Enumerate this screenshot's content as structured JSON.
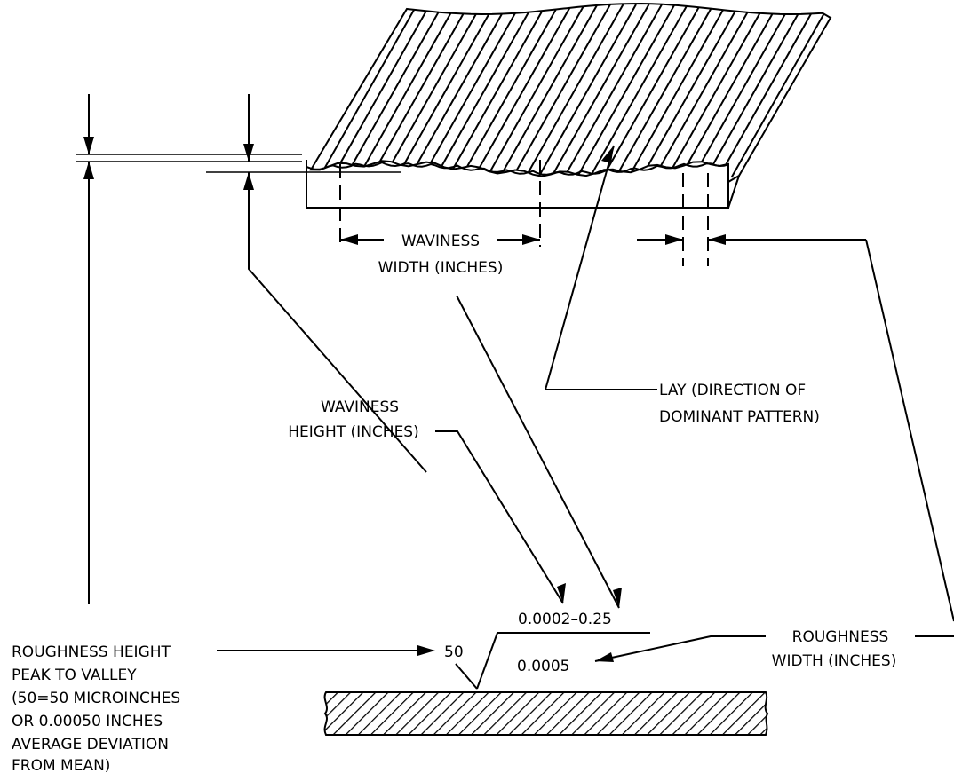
{
  "labels": {
    "waviness_width": [
      "WAVINESS",
      "WIDTH (INCHES)"
    ],
    "lay": [
      "LAY (DIRECTION OF",
      "DOMINANT PATTERN)"
    ],
    "waviness_height": [
      "WAVINESS",
      "HEIGHT (INCHES)"
    ],
    "roughness_height": [
      "ROUGHNESS HEIGHT",
      "PEAK TO VALLEY",
      "(50=50 MICROINCHES",
      "OR 0.00050 INCHES",
      "AVERAGE DEVIATION",
      "FROM MEAN)"
    ],
    "roughness_width": [
      "ROUGHNESS",
      "WIDTH (INCHES)"
    ]
  },
  "symbol": {
    "waviness_value": "0.0002–0.25",
    "roughness_height_value": "50",
    "roughness_width_value": "0.0005"
  },
  "colors": {
    "line": "#000000",
    "background": "#ffffff"
  }
}
